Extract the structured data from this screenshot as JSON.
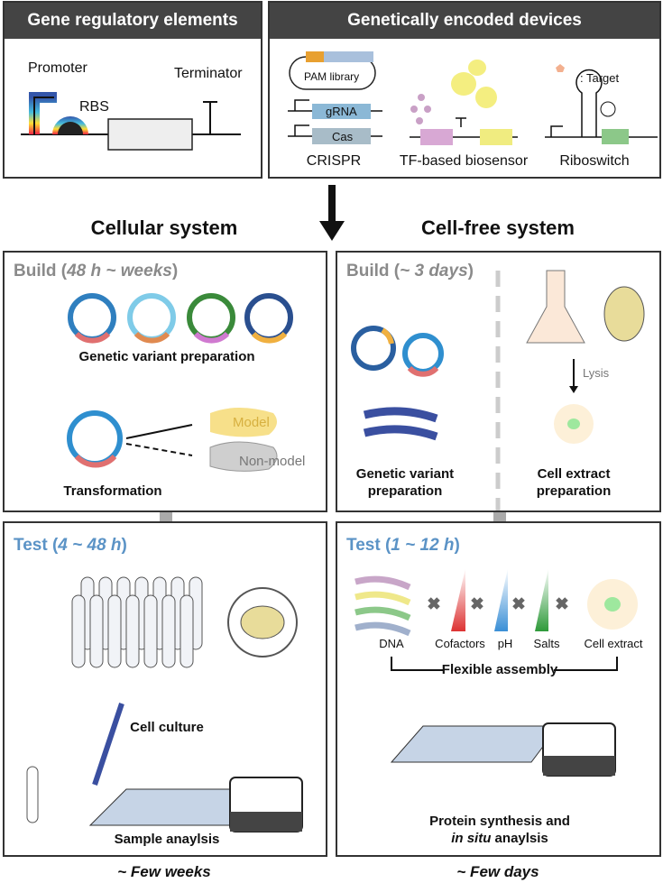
{
  "top_left": {
    "title": "Gene regulatory elements",
    "promoter": "Promoter",
    "rbs": "RBS",
    "terminator": "Terminator"
  },
  "top_right": {
    "title": "Genetically encoded devices",
    "target_legend": ": Target",
    "pam": "PAM library",
    "grna": "gRNA",
    "cas": "Cas",
    "crispr": "CRISPR",
    "tf": "TF-based biosensor",
    "riboswitch": "Riboswitch"
  },
  "cellular": {
    "title": "Cellular system",
    "build_label": "Build",
    "build_time": "48 h ~ weeks",
    "variant": "Genetic variant preparation",
    "model": "Model",
    "nonmodel": "Non-model",
    "transformation": "Transformation",
    "test_label": "Test",
    "test_time": "4 ~ 48 h",
    "culture": "Cell culture",
    "sample": "Sample anaylsis",
    "duration": "~ Few weeks"
  },
  "cellfree": {
    "title": "Cell-free system",
    "build_label": "Build",
    "build_time": "~ 3 days",
    "lysis": "Lysis",
    "variant": "Genetic variant preparation",
    "extract_prep": "Cell extract preparation",
    "test_label": "Test",
    "test_time": "1 ~ 12 h",
    "dna": "DNA",
    "cofactors": "Cofactors",
    "ph": "pH",
    "salts": "Salts",
    "cell_extract": "Cell extract",
    "assembly": "Flexible assembly",
    "synthesis1": "Protein synthesis and",
    "synthesis2_italic": "in situ",
    "synthesis2_rest": " anaylsis",
    "duration": "~ Few days"
  },
  "colors": {
    "header": "#444444",
    "build": "#8a8a8a",
    "test": "#5b93c6",
    "model": "#f5d76e",
    "nonmodel": "#c8c8c8"
  }
}
